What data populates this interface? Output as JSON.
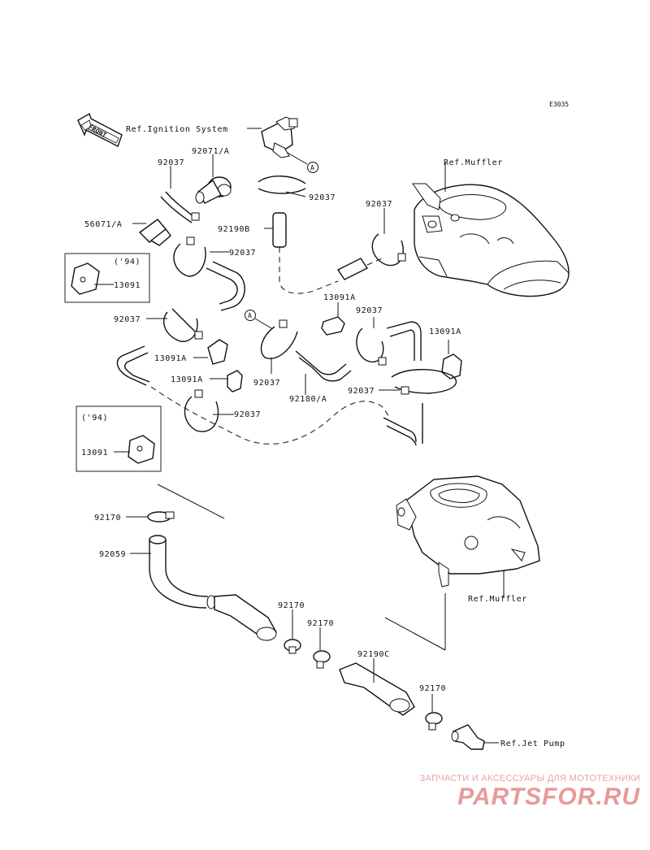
{
  "diagram_code": "E3035",
  "front_label": "FRONT",
  "callouts": [
    {
      "id": "ref-ignition",
      "text": "Ref.Ignition System"
    },
    {
      "id": "p92071a",
      "text": "92071/A"
    },
    {
      "id": "p92037-1",
      "text": "92037"
    },
    {
      "id": "p92037-2",
      "text": "92037"
    },
    {
      "id": "p56071a",
      "text": "56071/A"
    },
    {
      "id": "p92190b",
      "text": "92190B"
    },
    {
      "id": "p92037-3",
      "text": "92037"
    },
    {
      "id": "ref-muffler-top",
      "text": "Ref.Muffler"
    },
    {
      "id": "p92037-4",
      "text": "92037"
    },
    {
      "id": "box1-year",
      "text": "('94)"
    },
    {
      "id": "p13091-1",
      "text": "13091"
    },
    {
      "id": "p13091a-1",
      "text": "13091A"
    },
    {
      "id": "p92037-5",
      "text": "92037"
    },
    {
      "id": "p92037-6",
      "text": "92037"
    },
    {
      "id": "p13091a-2",
      "text": "13091A"
    },
    {
      "id": "p13091a-3",
      "text": "13091A"
    },
    {
      "id": "p13091a-4",
      "text": "13091A"
    },
    {
      "id": "p92037-7",
      "text": "92037"
    },
    {
      "id": "p92180a",
      "text": "92180/A"
    },
    {
      "id": "p92037-8",
      "text": "92037"
    },
    {
      "id": "p92037-9",
      "text": "92037"
    },
    {
      "id": "box2-year",
      "text": "('94)"
    },
    {
      "id": "p13091-2",
      "text": "13091"
    },
    {
      "id": "p92170-1",
      "text": "92170"
    },
    {
      "id": "p92059",
      "text": "92059"
    },
    {
      "id": "ref-muffler-bottom",
      "text": "Ref.Muffler"
    },
    {
      "id": "p92170-2",
      "text": "92170"
    },
    {
      "id": "p92170-3",
      "text": "92170"
    },
    {
      "id": "p92190c",
      "text": "92190C"
    },
    {
      "id": "p92170-4",
      "text": "92170"
    },
    {
      "id": "ref-jet-pump",
      "text": "Ref.Jet Pump"
    }
  ],
  "connector_marks": [
    {
      "id": "a-top",
      "text": "A"
    },
    {
      "id": "a-mid",
      "text": "A"
    }
  ],
  "watermark": {
    "tagline": "ЗАПЧАСТИ И АКСЕССУАРЫ ДЛЯ МОТОТЕХНИКИ",
    "logo": "PARTSFOR.RU"
  }
}
